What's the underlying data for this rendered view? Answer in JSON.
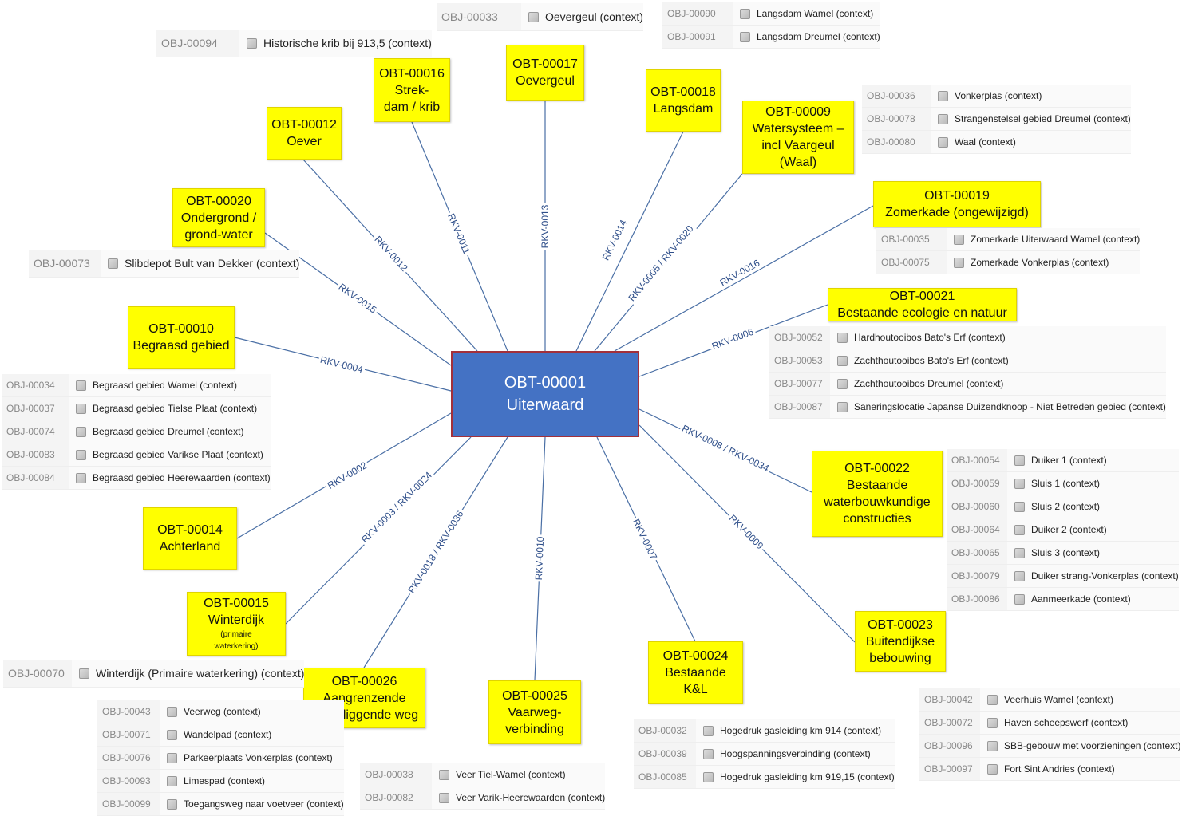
{
  "center": {
    "id": "OBT-00001",
    "name": "Uiterwaard"
  },
  "nodes": {
    "n16": {
      "lines": [
        "OBT-00016",
        "Strek-",
        "dam / krib"
      ]
    },
    "n17": {
      "lines": [
        "OBT-00017",
        "Oevergeul"
      ]
    },
    "n18": {
      "lines": [
        "OBT-00018",
        "Langsdam"
      ]
    },
    "n12": {
      "lines": [
        "OBT-00012",
        "Oever"
      ]
    },
    "n09": {
      "lines": [
        "OBT-00009",
        "Watersysteem –",
        "incl Vaargeul",
        "(Waal)"
      ]
    },
    "n19": {
      "lines": [
        "OBT-00019",
        "Zomerkade (ongewijzigd)"
      ]
    },
    "n20": {
      "lines": [
        "OBT-00020",
        "Ondergrond /",
        "grond-water"
      ]
    },
    "n21": {
      "lines": [
        "OBT-00021",
        "Bestaande ecologie en natuur"
      ]
    },
    "n10": {
      "lines": [
        "OBT-00010",
        "Begraasd gebied"
      ]
    },
    "n22": {
      "lines": [
        "OBT-00022",
        "Bestaande",
        "waterbouwkundige",
        "constructies"
      ]
    },
    "n14": {
      "lines": [
        "OBT-00014",
        "Achterland"
      ]
    },
    "n15": {
      "lines": [
        "OBT-00015",
        "Winterdijk"
      ],
      "small": [
        "(primaire",
        "waterkering)"
      ]
    },
    "n23": {
      "lines": [
        "OBT-00023",
        "Buitendijkse",
        "bebouwing"
      ]
    },
    "n24": {
      "lines": [
        "OBT-00024",
        "Bestaande",
        "K&L"
      ]
    },
    "n26": {
      "lines": [
        "OBT-00026",
        "Aangrenzende",
        "onderliggende weg"
      ]
    },
    "n25": {
      "lines": [
        "OBT-00025",
        "Vaarweg-",
        "verbinding"
      ]
    }
  },
  "relations": {
    "r12": "RKV-0012",
    "r11": "RKV-0011",
    "r13": "RKV-0013",
    "r14": "RKV-0014",
    "r05": "RKV-0005 / RKV-0020",
    "r16": "RKV-0016",
    "r15": "RKV-0015",
    "r06": "RKV-0006",
    "r04": "RKV-0004",
    "r08": "RKV-0008 / RKV-0034",
    "r02": "RKV-0002",
    "r09": "RKV-0009",
    "r03": "RKV-0003 / RKV-0024",
    "r18": "RKV-0018 / RKV-0036",
    "r10": "RKV-0010",
    "r07": "RKV-0007"
  },
  "objects": {
    "top_oevergeul": [
      {
        "id": "OBJ-00033",
        "name": "Oevergeul (context)"
      }
    ],
    "top_krib": [
      {
        "id": "OBJ-00094",
        "name": "Historische krib bij 913,5 (context)"
      }
    ],
    "top_langsdam": [
      {
        "id": "OBJ-00090",
        "name": "Langsdam Wamel (context)"
      },
      {
        "id": "OBJ-00091",
        "name": "Langsdam Dreumel (context)"
      }
    ],
    "watersysteem": [
      {
        "id": "OBJ-00036",
        "name": "Vonkerplas (context)"
      },
      {
        "id": "OBJ-00078",
        "name": "Strangenstelsel gebied Dreumel (context)"
      },
      {
        "id": "OBJ-00080",
        "name": "Waal (context)"
      }
    ],
    "zomerkade": [
      {
        "id": "OBJ-00035",
        "name": "Zomerkade Uiterwaard Wamel (context)"
      },
      {
        "id": "OBJ-00075",
        "name": "Zomerkade Vonkerplas (context)"
      }
    ],
    "ondergrond": [
      {
        "id": "OBJ-00073",
        "name": "Slibdepot Bult van Dekker (context)"
      }
    ],
    "ecologie": [
      {
        "id": "OBJ-00052",
        "name": "Hardhoutooibos Bato's Erf (context)"
      },
      {
        "id": "OBJ-00053",
        "name": "Zachthoutooibos Bato's Erf (context)"
      },
      {
        "id": "OBJ-00077",
        "name": "Zachthoutooibos Dreumel (context)"
      },
      {
        "id": "OBJ-00087",
        "name": "Saneringslocatie Japanse Duizendknoop - Niet Betreden gebied (context)"
      }
    ],
    "begraasd": [
      {
        "id": "OBJ-00034",
        "name": "Begraasd gebied Wamel (context)"
      },
      {
        "id": "OBJ-00037",
        "name": "Begraasd gebied Tielse Plaat (context)"
      },
      {
        "id": "OBJ-00074",
        "name": "Begraasd gebied Dreumel (context)"
      },
      {
        "id": "OBJ-00083",
        "name": "Begraasd gebied Varikse Plaat (context)"
      },
      {
        "id": "OBJ-00084",
        "name": "Begraasd gebied Heerewaarden (context)"
      }
    ],
    "waterbouw": [
      {
        "id": "OBJ-00054",
        "name": "Duiker 1 (context)"
      },
      {
        "id": "OBJ-00059",
        "name": "Sluis 1 (context)"
      },
      {
        "id": "OBJ-00060",
        "name": "Sluis 2 (context)"
      },
      {
        "id": "OBJ-00064",
        "name": "Duiker 2 (context)"
      },
      {
        "id": "OBJ-00065",
        "name": "Sluis 3 (context)"
      },
      {
        "id": "OBJ-00079",
        "name": "Duiker strang-Vonkerplas (context)"
      },
      {
        "id": "OBJ-00086",
        "name": "Aanmeerkade (context)"
      }
    ],
    "winterdijk": [
      {
        "id": "OBJ-00070",
        "name": "Winterdijk (Primaire waterkering) (context)"
      }
    ],
    "weg": [
      {
        "id": "OBJ-00043",
        "name": "Veerweg (context)"
      },
      {
        "id": "OBJ-00071",
        "name": "Wandelpad (context)"
      },
      {
        "id": "OBJ-00076",
        "name": "Parkeerplaats Vonkerplas (context)"
      },
      {
        "id": "OBJ-00093",
        "name": "Limespad (context)"
      },
      {
        "id": "OBJ-00099",
        "name": "Toegangsweg naar voetveer (context)"
      }
    ],
    "vaarweg": [
      {
        "id": "OBJ-00038",
        "name": "Veer Tiel-Wamel (context)"
      },
      {
        "id": "OBJ-00082",
        "name": "Veer Varik-Heerewaarden (context)"
      }
    ],
    "kl": [
      {
        "id": "OBJ-00032",
        "name": "Hogedruk gasleiding km 914 (context)"
      },
      {
        "id": "OBJ-00039",
        "name": "Hoogspanningsverbinding (context)"
      },
      {
        "id": "OBJ-00085",
        "name": "Hogedruk gasleiding km 919,15 (context)"
      }
    ],
    "bebouwing": [
      {
        "id": "OBJ-00042",
        "name": "Veerhuis Wamel (context)"
      },
      {
        "id": "OBJ-00072",
        "name": "Haven scheepswerf (context)"
      },
      {
        "id": "OBJ-00096",
        "name": "SBB-gebouw met voorzieningen (context)"
      },
      {
        "id": "OBJ-00097",
        "name": "Fort Sint Andries (context)"
      }
    ]
  },
  "colors": {
    "node_fill": "#ffff00",
    "center_fill": "#4472c4",
    "center_border": "#a3303a",
    "edge": "#4a6fa5",
    "edge_label": "#2f4f8a"
  },
  "icons": {
    "object": "cube-icon"
  }
}
